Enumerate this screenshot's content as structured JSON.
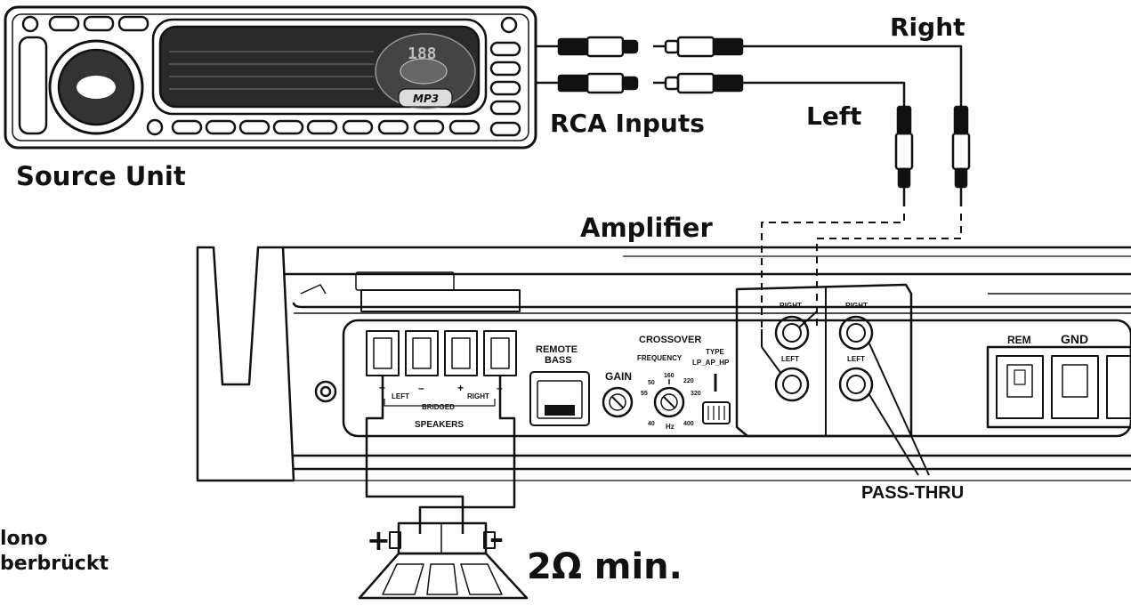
{
  "labels": {
    "source_unit": "Source Unit",
    "rca_inputs": "RCA Inputs",
    "right": "Right",
    "left": "Left",
    "amplifier": "Amplifier",
    "pass_thru": "PASS-THRU",
    "mono_line1": "lono",
    "mono_line2": "berbrückt",
    "impedance": "2Ω min.",
    "plus": "+",
    "minus": "–"
  },
  "amp_panel": {
    "remote_bass": [
      "REMOTE",
      "BASS"
    ],
    "crossover": "CROSSOVER",
    "frequency": "FREQUENCY",
    "type": "TYPE",
    "type_opts": "LP_AP_HP",
    "gain": "GAIN",
    "freq_ticks": [
      "50",
      "160",
      "220",
      "55",
      "320",
      "40",
      "Hz",
      "400"
    ],
    "speaker_signs": [
      "+",
      "–",
      "+",
      "–"
    ],
    "speaker_left": "LEFT",
    "speaker_right": "RIGHT",
    "bridged": "BRIDGED",
    "speakers": "SPEAKERS",
    "input_right": "RIGHT",
    "input_left": "LEFT",
    "thru_right": "RIGHT",
    "thru_left": "LEFT",
    "rem": "REM",
    "gnd": "GND"
  },
  "head_unit": {
    "display_digits": "188",
    "mp3_badge": "MP3"
  }
}
